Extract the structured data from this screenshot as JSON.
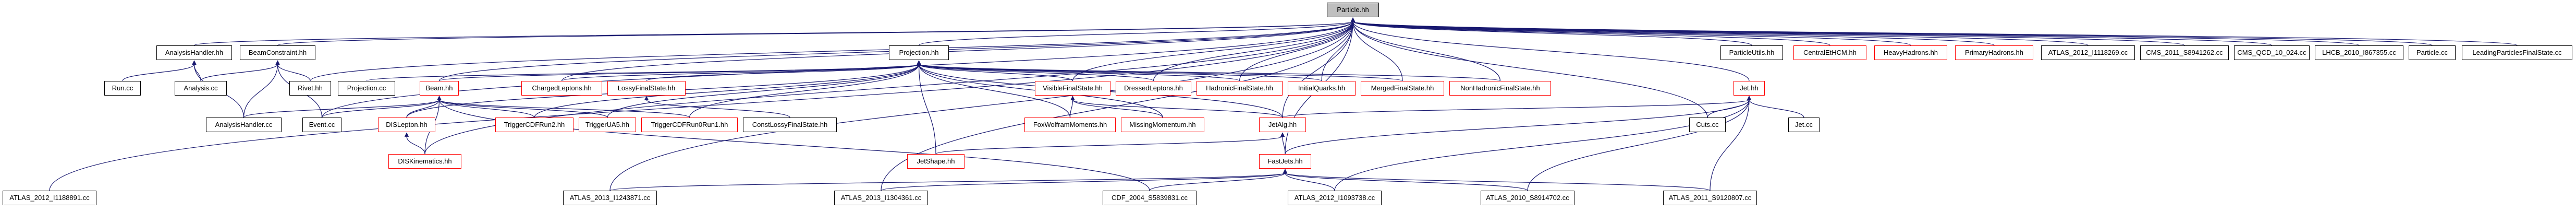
{
  "diagram": {
    "colors": {
      "background": "#ffffff",
      "edge": "#191970",
      "node_border": "#000000",
      "node_border_incomplete": "#ff0000",
      "root_fill": "#bfbfbf"
    },
    "nodes": {
      "particle": "Particle.hh",
      "analysishandler": "AnalysisHandler.hh",
      "beamconstraint": "BeamConstraint.hh",
      "projection": "Projection.hh",
      "particleutils": "ParticleUtils.hh",
      "centraletcm": "CentralEtHCM.hh",
      "heavyhadrons": "HeavyHadrons.hh",
      "primaryhadrons": "PrimaryHadrons.hh",
      "atlas_2012_i1118269": "ATLAS_2012_I1118269.cc",
      "cms_2011_s8941262": "CMS_2011_S8941262.cc",
      "cms_qcd_10_024": "CMS_QCD_10_024.cc",
      "lhcb_2010_i867355": "LHCB_2010_I867355.cc",
      "particle_cc": "Particle.cc",
      "leadingparticlesfinalstate": "LeadingParticlesFinalState.cc",
      "run": "Run.cc",
      "analysis": "Analysis.cc",
      "rivet": "Rivet.hh",
      "projection_cc": "Projection.cc",
      "beam": "Beam.hh",
      "chargedleptons": "ChargedLeptons.hh",
      "lossyfinalstate": "LossyFinalState.hh",
      "visiblefinalstate": "VisibleFinalState.hh",
      "dressedleptons": "DressedLeptons.hh",
      "hadronicfinalstate": "HadronicFinalState.hh",
      "initialquarks": "InitialQuarks.hh",
      "mergedfinalstate": "MergedFinalState.hh",
      "nonhadronicfinalstate": "NonHadronicFinalState.hh",
      "jet": "Jet.hh",
      "analysishandler_cc": "AnalysisHandler.cc",
      "event": "Event.cc",
      "dislepton": "DISLepton.hh",
      "triggercdfrun2": "TriggerCDFRun2.hh",
      "triggerua5": "TriggerUA5.hh",
      "triggercdfrun0run1": "TriggerCDFRun0Run1.hh",
      "constlossyfinalstate": "ConstLossyFinalState.hh",
      "foxwolframmoments": "FoxWolframMoments.hh",
      "missingmomentum": "MissingMomentum.hh",
      "jetalg": "JetAlg.hh",
      "cuts": "Cuts.cc",
      "jet_cc": "Jet.cc",
      "diskinematics": "DISKinematics.hh",
      "jetshape": "JetShape.hh",
      "fastjets": "FastJets.hh",
      "atlas_2012_i1188891": "ATLAS_2012_I1188891.cc",
      "atlas_2013_i1243871": "ATLAS_2013_I1243871.cc",
      "atlas_2013_i1304361": "ATLAS_2013_I1304361.cc",
      "cdf_2004_s5839831": "CDF_2004_S5839831.cc",
      "atlas_2012_i1093738": "ATLAS_2012_I1093738.cc",
      "atlas_2010_s8914702": "ATLAS_2010_S8914702.cc",
      "atlas_2011_s9120807": "ATLAS_2011_S9120807.cc"
    }
  }
}
